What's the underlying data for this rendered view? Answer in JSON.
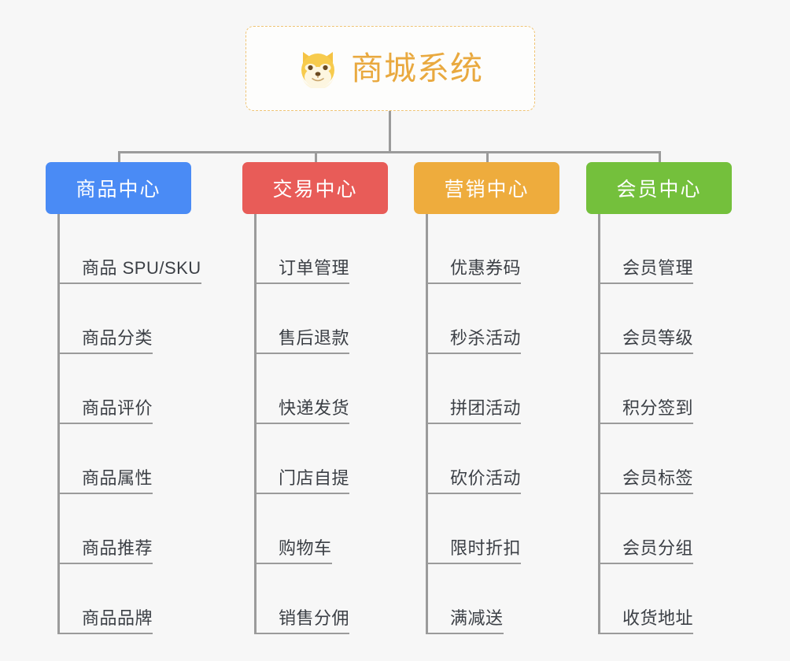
{
  "root": {
    "icon": "dog-face-icon",
    "title": "商城系统",
    "border_color": "#f0c475",
    "title_color": "#e9a93f"
  },
  "connector_color": "#9b9b9b",
  "background_color": "#f7f7f7",
  "columns": [
    {
      "id": "product-center",
      "title": "商品中心",
      "color": "#4a8bf5",
      "items": [
        "商品 SPU/SKU",
        "商品分类",
        "商品评价",
        "商品属性",
        "商品推荐",
        "商品品牌"
      ]
    },
    {
      "id": "trade-center",
      "title": "交易中心",
      "color": "#e85c58",
      "items": [
        "订单管理",
        "售后退款",
        "快递发货",
        "门店自提",
        "购物车",
        "销售分佣"
      ]
    },
    {
      "id": "marketing-center",
      "title": "营销中心",
      "color": "#eeac3d",
      "items": [
        "优惠券码",
        "秒杀活动",
        "拼团活动",
        "砍价活动",
        "限时折扣",
        "满减送"
      ]
    },
    {
      "id": "member-center",
      "title": "会员中心",
      "color": "#74c03c",
      "items": [
        "会员管理",
        "会员等级",
        "积分签到",
        "会员标签",
        "会员分组",
        "收货地址"
      ]
    }
  ]
}
